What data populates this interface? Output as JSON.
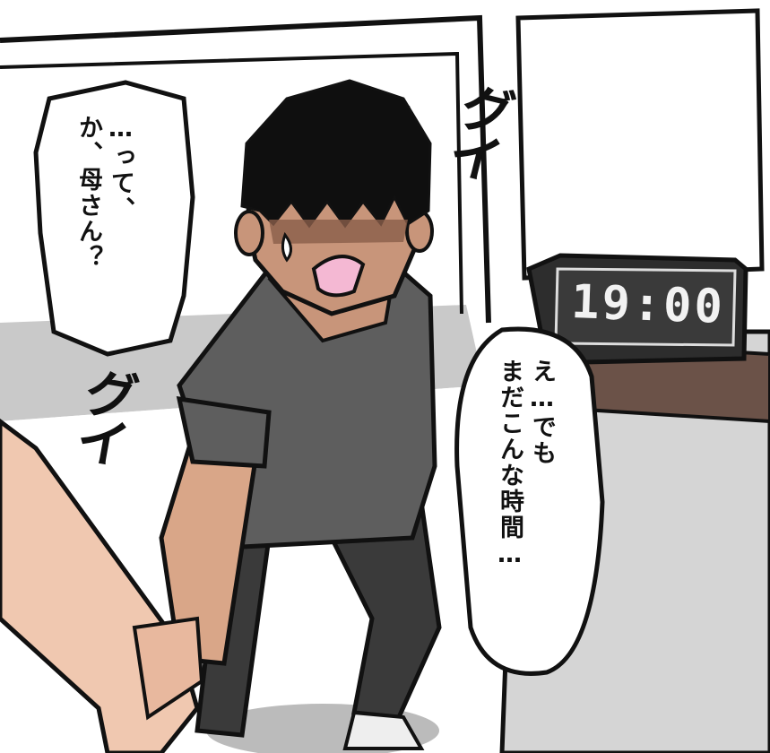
{
  "speech": {
    "left_bubble": "…って、\nか、母さん？",
    "right_bubble": "え…でも\nまだこんな時間…"
  },
  "sfx": {
    "top": "グイ",
    "middle": "グイ"
  },
  "clock": {
    "time": "19:00"
  },
  "colors": {
    "shirt": "#5e5e5e",
    "pants": "#3a3a3a",
    "hair": "#0f0f0f",
    "skin": "#c8957a",
    "mouth": "#f4b8d3",
    "clock_body": "#2d2d2d",
    "cabinet": "#6b5248",
    "background_gray": "#bdbdbd"
  }
}
